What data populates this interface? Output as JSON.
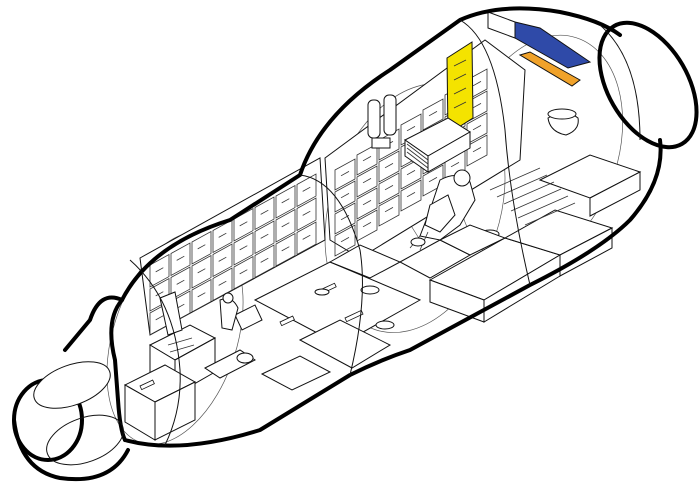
{
  "figure": {
    "colors": {
      "background": "#ffffff",
      "outline": "#000000",
      "yellow_panel": "#f4e300",
      "blue_panel": "#2f4aa8",
      "orange_stripe": "#f0a22a"
    },
    "icons": [
      "station-module-cutaway",
      "astronaut-figure",
      "exercise-machine",
      "sleep-bunk",
      "toilet",
      "hatch"
    ]
  }
}
